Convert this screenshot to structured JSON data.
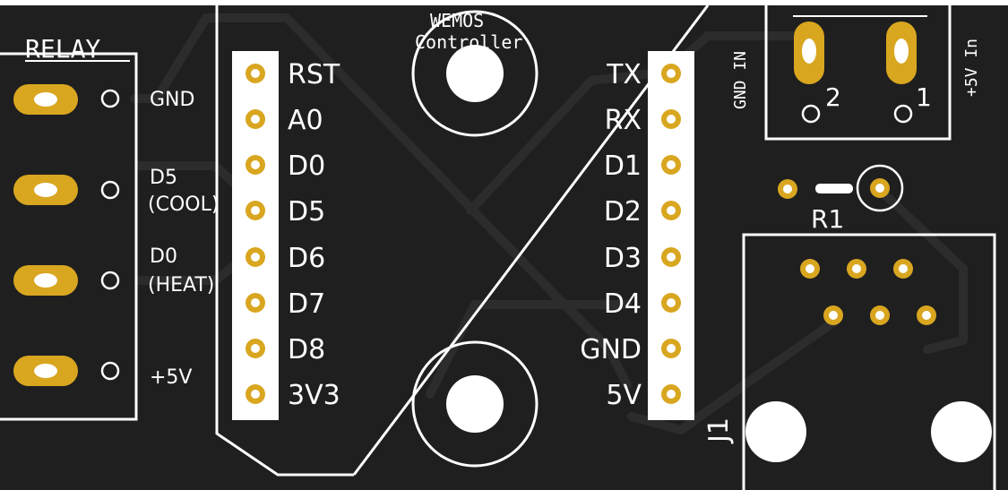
{
  "relay": {
    "title": "RELAY",
    "labels": [
      "GND",
      "D5",
      "(COOL)",
      "D0",
      "(HEAT)",
      "+5V"
    ]
  },
  "controller": {
    "title_line1": "WEMOS",
    "title_line2": "Controller",
    "left_pins": [
      "RST",
      "A0",
      "D0",
      "D5",
      "D6",
      "D7",
      "D8",
      "3V3"
    ],
    "right_pins": [
      "TX",
      "RX",
      "D1",
      "D2",
      "D3",
      "D4",
      "GND",
      "5V"
    ]
  },
  "power": {
    "gnd_label": "GND IN",
    "vin_label": "+5V In",
    "pin2": "2",
    "pin1": "1"
  },
  "resistor": {
    "label": "R1"
  },
  "connector": {
    "label": "J1"
  },
  "colors": {
    "board": "#1f1f1f",
    "copper_trace": "#2b2b2b",
    "silkscreen": "#ffffff",
    "pad_gold": "#d9a620",
    "pad_ring": "#e1b230"
  }
}
